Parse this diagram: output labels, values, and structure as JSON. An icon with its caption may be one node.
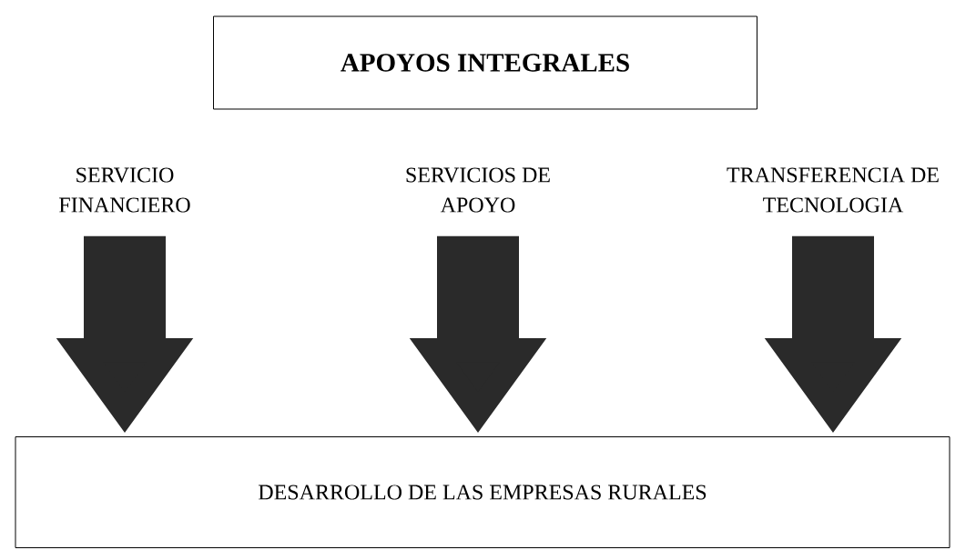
{
  "diagram": {
    "nodes": [
      {
        "text": [
          "APOYOS INTEGRALES"
        ]
      },
      {
        "text": [
          "SERVICIO FINANCIERO"
        ]
      },
      {
        "text": [
          "SERVICIOS DE APOYO"
        ]
      },
      {
        "text": [
          "TRANSFERENCIA DE TECNOLOGIA"
        ]
      },
      {
        "text": [
          "DESARROLLO DE LAS EMPRESAS RURALES"
        ]
      }
    ],
    "edges": [
      {
        "from": 1,
        "to": 4,
        "arrow": "to"
      },
      {
        "from": 2,
        "to": 4,
        "arrow": "to"
      },
      {
        "from": 3,
        "to": 4,
        "arrow": "to"
      }
    ]
  }
}
